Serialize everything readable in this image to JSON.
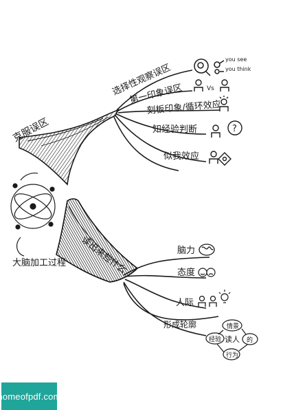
{
  "upper_section": {
    "main_label": "克服误区",
    "branches": [
      "选择性观察误区",
      "第一印象误区",
      "刻板印象/循环效应",
      "知经验判断",
      "似我效应"
    ],
    "annotations": {
      "you_see": "you see",
      "you_think": "you think",
      "vs": "Vs"
    }
  },
  "lower_section": {
    "main_label": "大脑加工过程",
    "question": "读出来些什么",
    "branches": [
      "脑力",
      "态度",
      "人际",
      "形成轮廓"
    ],
    "cycle": {
      "center": "读人",
      "nodes": [
        "情景",
        "的",
        "行为",
        "经验"
      ]
    }
  },
  "watermark": "homeofpdf.com",
  "colors": {
    "ink": "#1a1a1a",
    "badge": "#1fa59a",
    "badge_text": "#ffffff"
  }
}
